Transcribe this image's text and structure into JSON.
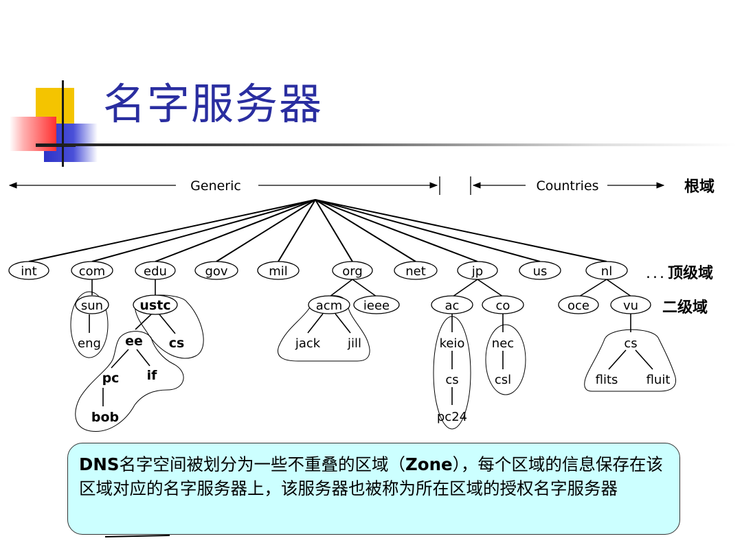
{
  "title": "名字服务器",
  "banner": {
    "generic": "Generic",
    "countries": "Countries"
  },
  "labels": {
    "root": "根域",
    "tld_dots": "...",
    "tld": "顶级域",
    "sld": "二级域"
  },
  "tld_nodes": [
    "int",
    "com",
    "edu",
    "gov",
    "mil",
    "org",
    "net",
    "jp",
    "us",
    "nl"
  ],
  "nodes": {
    "sun": "sun",
    "eng": "eng",
    "ustc": "ustc",
    "ee": "ee",
    "cs_ustc": "cs",
    "pc": "pc",
    "if": "if",
    "bob": "bob",
    "acm": "acm",
    "ieee": "ieee",
    "jack": "jack",
    "jill": "jill",
    "ac": "ac",
    "co": "co",
    "keio": "keio",
    "cs_keio": "cs",
    "pc24": "pc24",
    "nec": "nec",
    "csl": "csl",
    "oce": "oce",
    "vu": "vu",
    "cs_vu": "cs",
    "flits": "flits",
    "fluit": "fluit"
  },
  "info": {
    "bold_prefix": "DNS",
    "part1": "名字空间被划分为一些不重叠的区域（",
    "bold_zone": "Zone",
    "part2": "），每个区域的信息保存在该区域对应的名字服务器上，该服务器也被称为所在区域的授权名字服务器"
  }
}
